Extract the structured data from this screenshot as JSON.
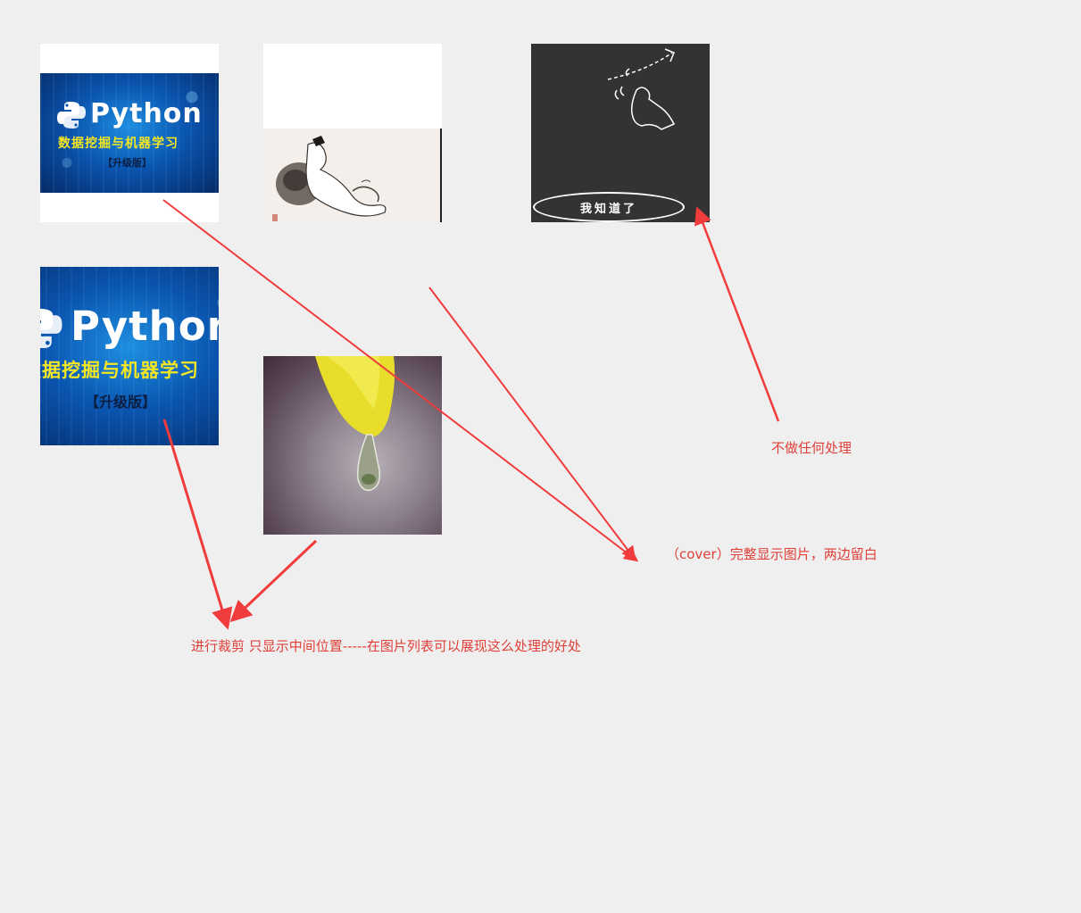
{
  "images": {
    "python_contain": {
      "title": "Python",
      "subtitle": "数据挖掘与机器学习",
      "tag": "【升级版】"
    },
    "python_cover": {
      "title": "Python",
      "subtitle": "数据挖掘与机器学习",
      "tag": "【升级版】"
    },
    "guide": {
      "button_label": "我知道了"
    }
  },
  "annotations": {
    "no_processing": "不做任何处理",
    "contain": "（cover）完整显示图片，两边留白",
    "crop": "进行裁剪 只显示中间位置-----在图片列表可以展现这么处理的好处"
  },
  "colors": {
    "background": "#f0efef",
    "annotation": "#e0403a",
    "guide_bg": "#333333"
  }
}
